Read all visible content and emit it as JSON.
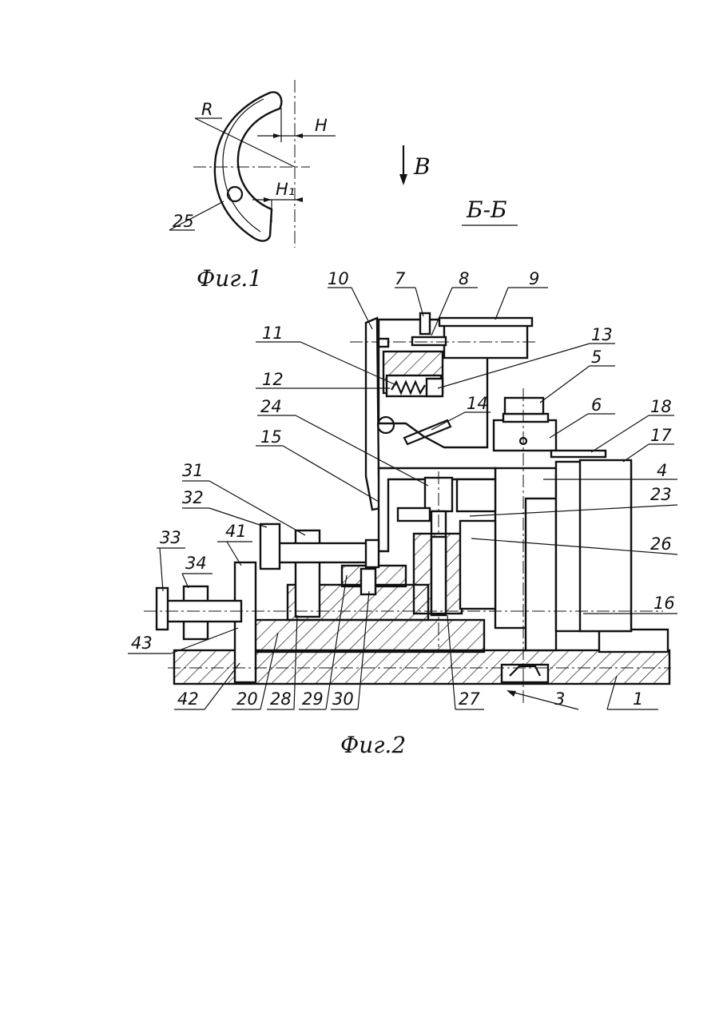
{
  "figure1": {
    "caption": "Фиг.1",
    "labels": {
      "R": "R",
      "H": "H",
      "H1": "H₁",
      "part": "25"
    }
  },
  "view_marker": {
    "arrow_label": "В"
  },
  "section_label": "Б-Б",
  "figure2": {
    "caption": "Фиг.2",
    "callouts": [
      "1",
      "3",
      "4",
      "5",
      "6",
      "7",
      "8",
      "9",
      "10",
      "11",
      "12",
      "13",
      "14",
      "15",
      "16",
      "17",
      "18",
      "20",
      "23",
      "24",
      "26",
      "27",
      "28",
      "29",
      "30",
      "31",
      "32",
      "33",
      "34",
      "41",
      "42",
      "43"
    ]
  }
}
